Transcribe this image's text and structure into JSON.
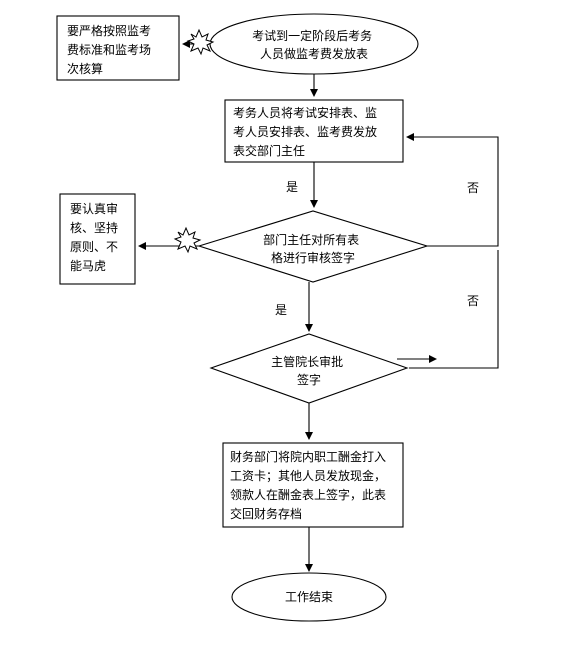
{
  "flowchart": {
    "start_node": {
      "lines": [
        "考试到一定阶段后考务",
        "人员做监考费发放表"
      ]
    },
    "note_calc": {
      "lines": [
        "要严格按照监考",
        "费标准和监考场",
        "次核算"
      ]
    },
    "step_submit": {
      "lines": [
        "考务人员将考试安排表、监",
        "考人员安排表、监考费发放",
        "表交部门主任"
      ]
    },
    "label_yes_1": "是",
    "label_no_1": "否",
    "note_review": {
      "lines": [
        "要认真审",
        "核、坚持",
        "原则、不",
        "能马虎"
      ]
    },
    "decision_dept": {
      "lines": [
        "部门主任对所有表",
        "格进行审核签字"
      ]
    },
    "label_yes_2": "是",
    "label_no_2": "否",
    "decision_dean": {
      "lines": [
        "主管院长审批",
        "签字"
      ]
    },
    "step_finance": {
      "lines": [
        "财务部门将院内职工酬金打入",
        "工资卡；其他人员发放现金，",
        "领款人在酬金表上签字，此表",
        "交回财务存档"
      ]
    },
    "end_node": {
      "lines": [
        "工作结束"
      ]
    }
  }
}
